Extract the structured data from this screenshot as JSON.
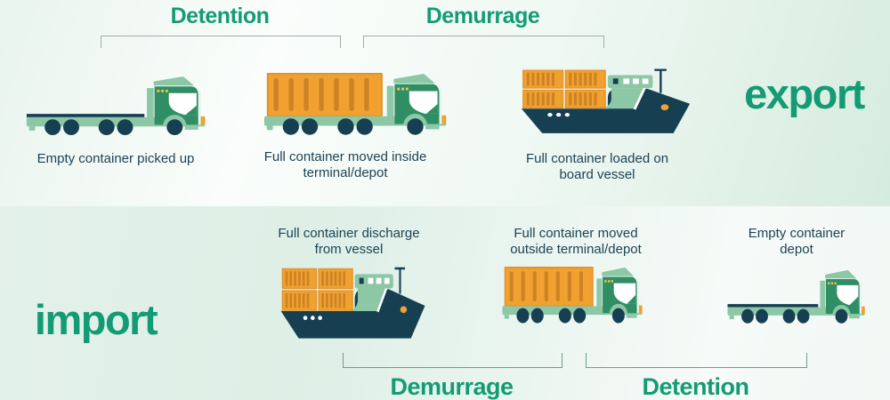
{
  "colors": {
    "accent": "#139c74",
    "label": "#1c4356",
    "truck-green": "#2f8e63",
    "green-light": "#8cc7a6",
    "teal-dark": "#173f52",
    "orange": "#f0a12f",
    "orange-rib": "#cd8226",
    "orange-edge": "#e0932a",
    "bracket-top": "#a3adae",
    "bracket-bottom": "#6f9c8d"
  },
  "export_section": {
    "heading": "export",
    "detention_label": "Detention",
    "demurrage_label": "Demurrage",
    "steps": [
      {
        "vehicle": "empty-truck",
        "lines": [
          "Empty container picked up",
          ""
        ]
      },
      {
        "vehicle": "loaded-truck",
        "lines": [
          "Full container moved inside",
          "terminal/depot"
        ]
      },
      {
        "vehicle": "container-ship",
        "lines": [
          "Full container loaded on",
          "board vessel"
        ]
      }
    ]
  },
  "import_section": {
    "heading": "import",
    "demurrage_label": "Demurrage",
    "detention_label": "Detention",
    "steps": [
      {
        "vehicle": "container-ship",
        "lines": [
          "Full container discharge",
          "from vessel"
        ]
      },
      {
        "vehicle": "loaded-truck",
        "lines": [
          "Full container moved",
          "outside terminal/depot"
        ]
      },
      {
        "vehicle": "empty-truck",
        "lines": [
          "Empty container",
          "depot"
        ]
      }
    ]
  }
}
